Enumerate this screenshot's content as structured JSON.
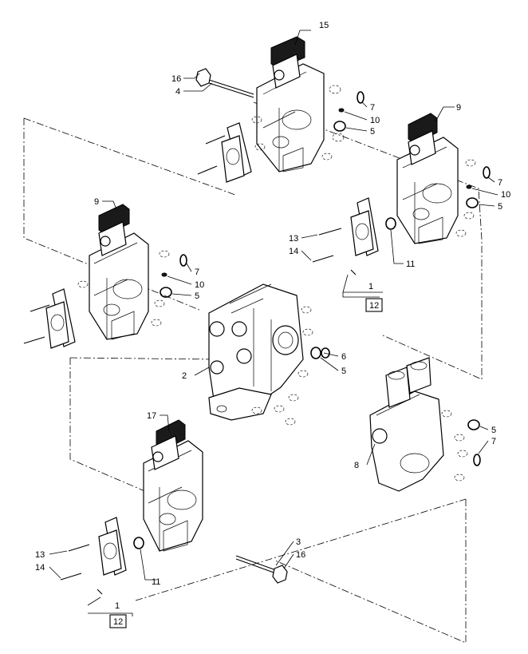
{
  "callouts": {
    "c1a": "1",
    "c1b": "1",
    "c2": "2",
    "c3": "3",
    "c4": "4",
    "c5a": "5",
    "c5b": "5",
    "c5c": "5",
    "c5d": "5",
    "c5e": "5",
    "c6": "6",
    "c7a": "7",
    "c7b": "7",
    "c7c": "7",
    "c7d": "7",
    "c8": "8",
    "c9a": "9",
    "c9b": "9",
    "c10a": "10",
    "c10b": "10",
    "c10c": "10",
    "c11a": "11",
    "c11b": "11",
    "c12a": "12",
    "c12b": "12",
    "c13a": "13",
    "c13b": "13",
    "c14a": "14",
    "c14b": "14",
    "c15": "15",
    "c16a": "16",
    "c16b": "16",
    "c17": "17"
  }
}
